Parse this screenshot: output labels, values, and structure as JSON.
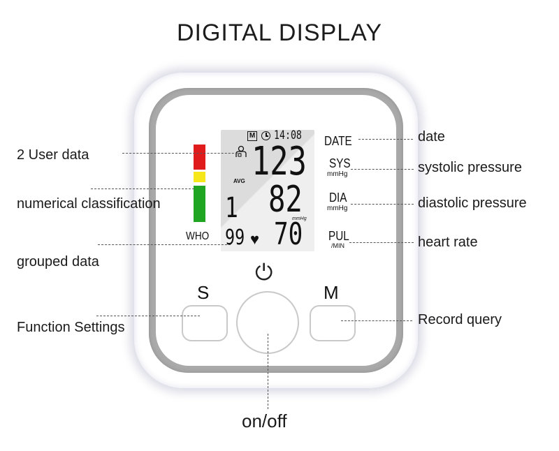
{
  "title": "DIGITAL DISPLAY",
  "lcd": {
    "memory_badge": "M",
    "time": "14:08",
    "systolic": "123",
    "avg_label": "AVG",
    "diastolic": "82",
    "user_number": "1",
    "mmhg_small": "mmHg",
    "group_count": "99",
    "heart_symbol": "♥",
    "pulse": "70"
  },
  "who_label": "WHO",
  "classification_bar_colors": [
    "#e01b1b",
    "#f5e71a",
    "#1fa521"
  ],
  "device_labels": {
    "date": "DATE",
    "sys": "SYS",
    "sys_unit": "mmHg",
    "dia": "DIA",
    "dia_unit": "mmHg",
    "pul": "PUL",
    "pul_unit": "/MIN"
  },
  "buttons": {
    "set_label": "S",
    "power_symbol": "⏻",
    "memory_label": "M"
  },
  "annotations": {
    "user_data": "2 User data",
    "numerical_classification": "numerical classification",
    "grouped_data": "grouped data",
    "function_settings": "Function Settings",
    "date": "date",
    "systolic_pressure": "systolic pressure",
    "diastolic_pressure": "diastolic pressure",
    "heart_rate": "heart rate",
    "record_query": "Record query",
    "on_off": "on/off"
  }
}
